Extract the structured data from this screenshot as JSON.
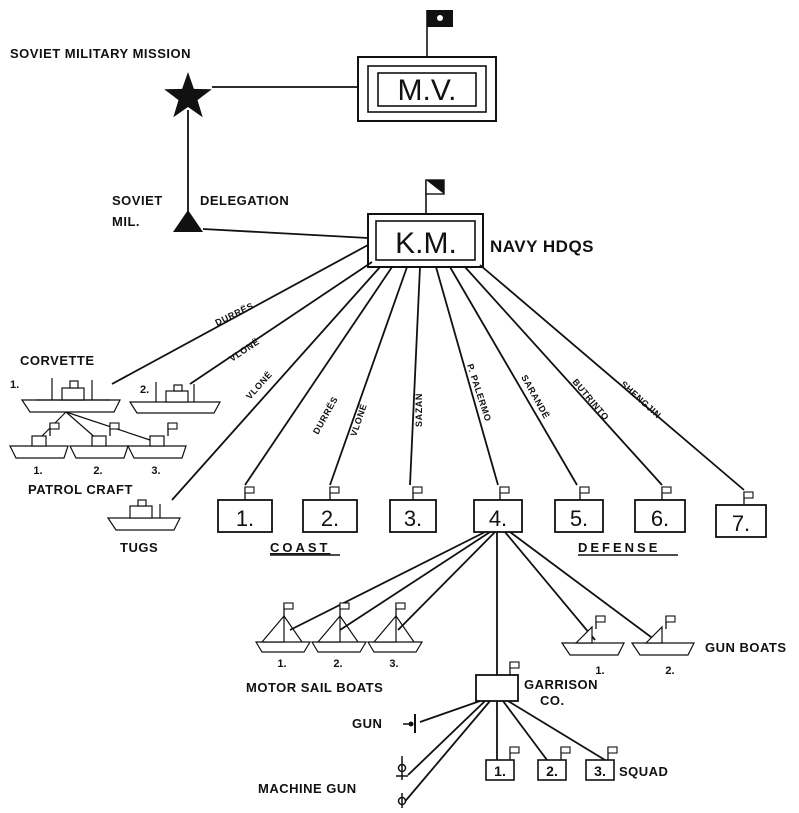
{
  "soviet_mission": {
    "label": "SOVIET MILITARY MISSION",
    "symbol": "star-icon"
  },
  "mv": {
    "label": "M.V."
  },
  "soviet_delegation": {
    "label_line1": "SOVIET",
    "label_line2": "MIL.",
    "label_right": "DELEGATION",
    "symbol": "triangle-icon"
  },
  "km": {
    "label": "K.M.",
    "caption": "NAVY  HDQS"
  },
  "routes": {
    "durres_corvette": "DURRËS",
    "vlone_corvette": "VLONË",
    "vlone_tugs": "VLONË",
    "durres_1": "DURRËS",
    "vlone_2": "VLONË",
    "sazan_3": "SAZAN",
    "palermo_4": "P. PALERMO",
    "sarande_5": "SARANDË",
    "butrinto_6": "BUTRINTO",
    "shengjin_7": "SHENGJIN"
  },
  "corvette": {
    "label": "CORVETTE",
    "units": [
      "1.",
      "2."
    ]
  },
  "patrol_craft": {
    "label": "PATROL CRAFT",
    "units": [
      "1.",
      "2.",
      "3."
    ]
  },
  "tugs": {
    "label": "TUGS"
  },
  "coast_defense": {
    "units": [
      "1.",
      "2.",
      "3.",
      "4.",
      "5.",
      "6.",
      "7."
    ],
    "label_left": "COAST",
    "label_right": "DEFENSE"
  },
  "motor_sail_boats": {
    "label": "MOTOR SAIL BOATS",
    "units": [
      "1.",
      "2.",
      "3."
    ]
  },
  "gun_boats": {
    "label": "GUN BOATS",
    "units": [
      "1.",
      "2."
    ]
  },
  "garrison": {
    "label_line1": "GARRISON",
    "label_line2": "CO."
  },
  "gun": {
    "label": "GUN"
  },
  "machine_gun": {
    "label": "MACHINE GUN"
  },
  "squads": {
    "units": [
      "1.",
      "2.",
      "3."
    ],
    "label": "SQUAD"
  }
}
